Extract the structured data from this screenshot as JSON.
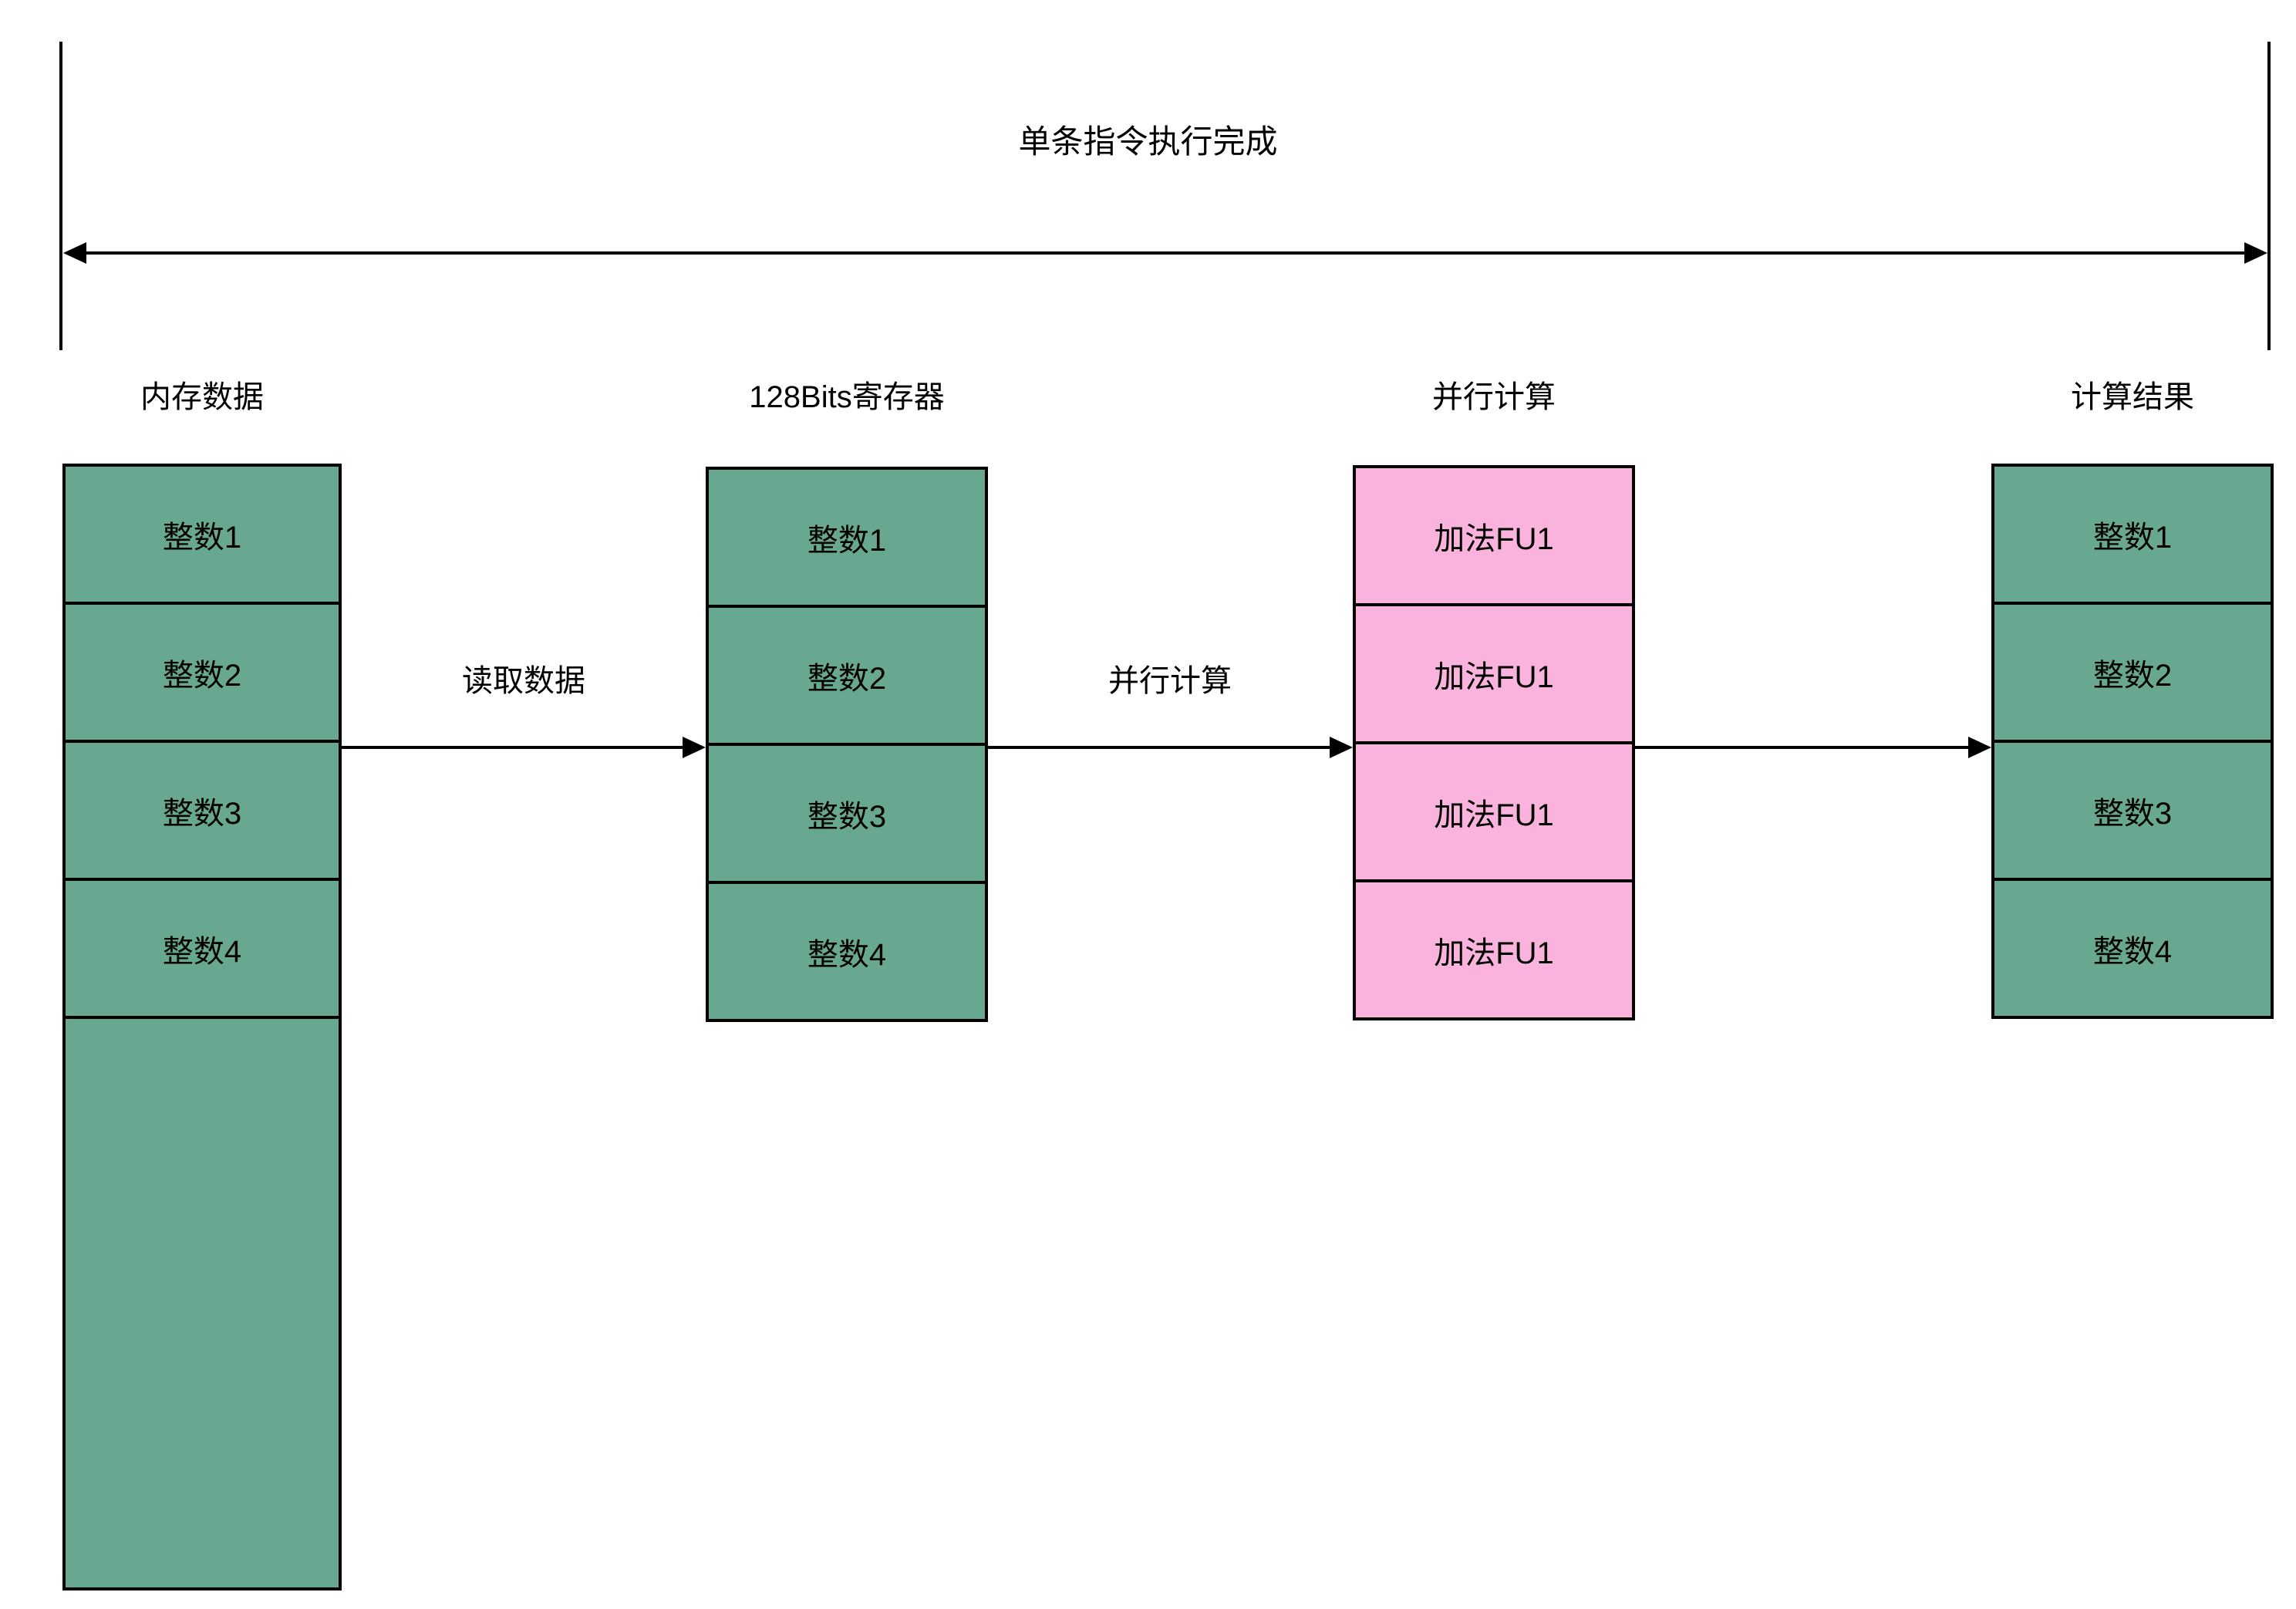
{
  "title": "单条指令执行完成",
  "columns": [
    {
      "header": "内存数据",
      "cells": [
        "整数1",
        "整数2",
        "整数3",
        "整数4"
      ]
    },
    {
      "header": "128Bits寄存器",
      "cells": [
        "整数1",
        "整数2",
        "整数3",
        "整数4"
      ]
    },
    {
      "header": "并行计算",
      "cells": [
        "加法FU1",
        "加法FU1",
        "加法FU1",
        "加法FU1"
      ]
    },
    {
      "header": "计算结果",
      "cells": [
        "整数1",
        "整数2",
        "整数3",
        "整数4"
      ]
    }
  ],
  "arrows": [
    {
      "label": "读取数据"
    },
    {
      "label": "并行计算"
    },
    {
      "label": ""
    }
  ],
  "colors": {
    "data_block": "#68A890",
    "compute_block": "#F9B3DC",
    "line": "#000000",
    "background": "#FFFFFF"
  }
}
